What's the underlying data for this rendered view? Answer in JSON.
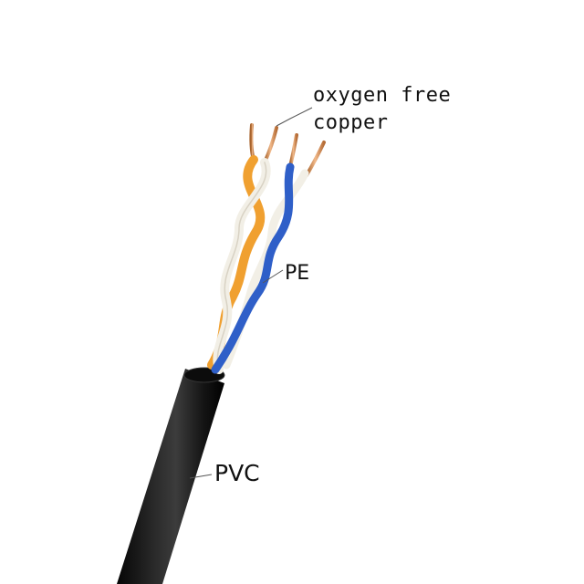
{
  "image": {
    "background_color": "#ffffff",
    "subject": "twisted-pair-cable"
  },
  "labels": {
    "conductor_line1": "oxygen free",
    "conductor_line2": "copper",
    "insulation": "PE",
    "jacket": "PVC"
  },
  "colors": {
    "jacket": "#1a1a1a",
    "copper": "#c9844f",
    "orange_wire": "#f0a030",
    "white_wire": "#f2efe6",
    "blue_wire": "#2f5fc8",
    "leader_line": "#555555"
  }
}
